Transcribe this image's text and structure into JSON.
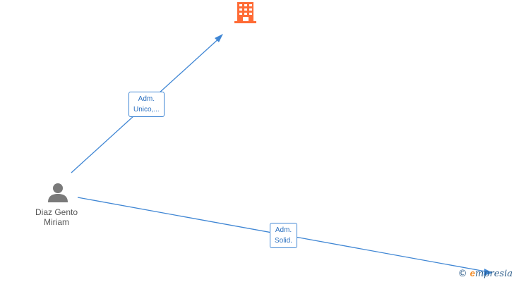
{
  "nodes": {
    "company": {
      "icon": "building-icon",
      "color": "#ff6b35"
    },
    "person": {
      "icon": "person-icon",
      "color": "#7a7a7a",
      "name_line1": "Diaz Gento",
      "name_line2": "Miriam"
    }
  },
  "edges": [
    {
      "label_line1": "Adm.",
      "label_line2": "Unico,...",
      "color": "#3f86d4"
    },
    {
      "label_line1": "Adm.",
      "label_line2": "Solid.",
      "color": "#3f86d4"
    }
  ],
  "watermark": {
    "copyright": "©",
    "brand_first": "e",
    "brand_rest": "mpresia"
  }
}
